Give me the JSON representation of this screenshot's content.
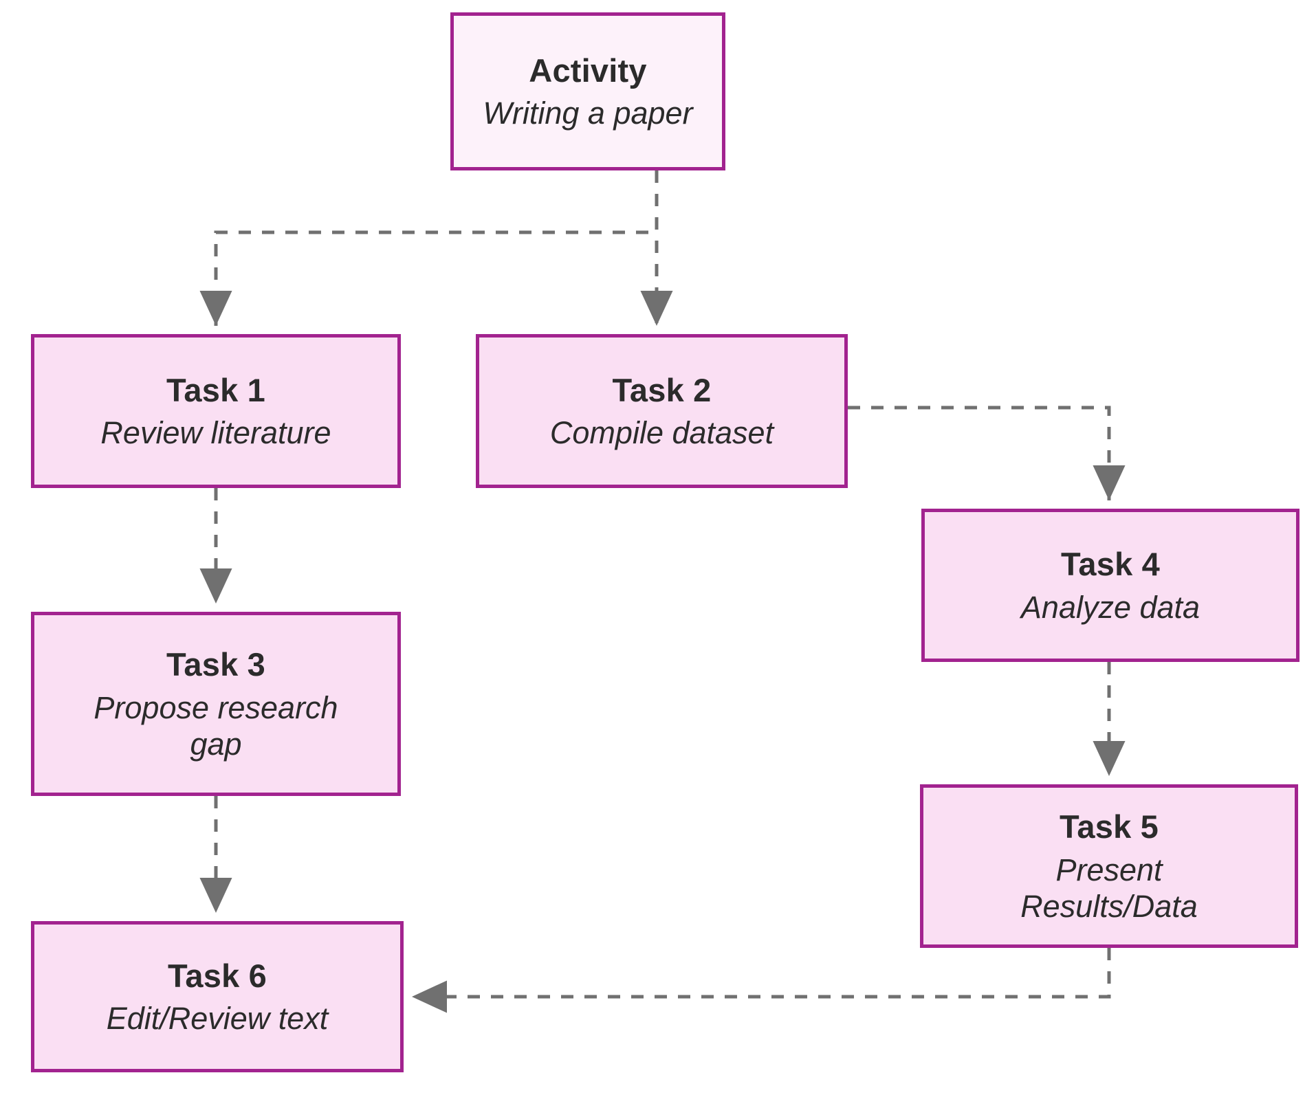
{
  "diagram": {
    "type": "flowchart",
    "orientation": "top-down",
    "colors": {
      "node_border": "#a2238f",
      "activity_fill": "#fdf2fa",
      "task_fill": "#fadff3",
      "edge_stroke": "#707070",
      "text": "#2b2b2b",
      "background": "#ffffff"
    },
    "nodes": [
      {
        "id": "activity",
        "title": "Activity",
        "subtitle": "Writing a paper"
      },
      {
        "id": "task1",
        "title": "Task 1",
        "subtitle": "Review literature"
      },
      {
        "id": "task2",
        "title": "Task 2",
        "subtitle": "Compile dataset"
      },
      {
        "id": "task3",
        "title": "Task 3",
        "subtitle": "Propose research\ngap"
      },
      {
        "id": "task4",
        "title": "Task 4",
        "subtitle": "Analyze data"
      },
      {
        "id": "task5",
        "title": "Task 5",
        "subtitle": "Present\nResults/Data"
      },
      {
        "id": "task6",
        "title": "Task 6",
        "subtitle": "Edit/Review text"
      }
    ],
    "edges": [
      {
        "id": "edge-activity-task1",
        "from": "activity",
        "to": "task1",
        "style": "dashed",
        "label": ""
      },
      {
        "id": "edge-activity-task2",
        "from": "activity",
        "to": "task2",
        "style": "dashed",
        "label": ""
      },
      {
        "id": "edge-task1-task3",
        "from": "task1",
        "to": "task3",
        "style": "dashed",
        "label": ""
      },
      {
        "id": "edge-task2-task4",
        "from": "task2",
        "to": "task4",
        "style": "dashed",
        "label": ""
      },
      {
        "id": "edge-task3-task6",
        "from": "task3",
        "to": "task6",
        "style": "dashed",
        "label": ""
      },
      {
        "id": "edge-task4-task5",
        "from": "task4",
        "to": "task5",
        "style": "dashed",
        "label": ""
      },
      {
        "id": "edge-task5-task6",
        "from": "task5",
        "to": "task6",
        "style": "dashed",
        "label": ""
      }
    ]
  }
}
